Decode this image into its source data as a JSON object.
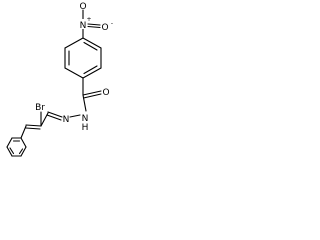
{
  "molecule": {
    "atoms": {
      "o_top": "O",
      "n_nitro": "N",
      "n_plus": "+",
      "o_side": "O",
      "o_minus": "-",
      "o_carbonyl": "O",
      "nh": "N",
      "h": "H",
      "n_imine": "N",
      "br": "Br"
    }
  }
}
